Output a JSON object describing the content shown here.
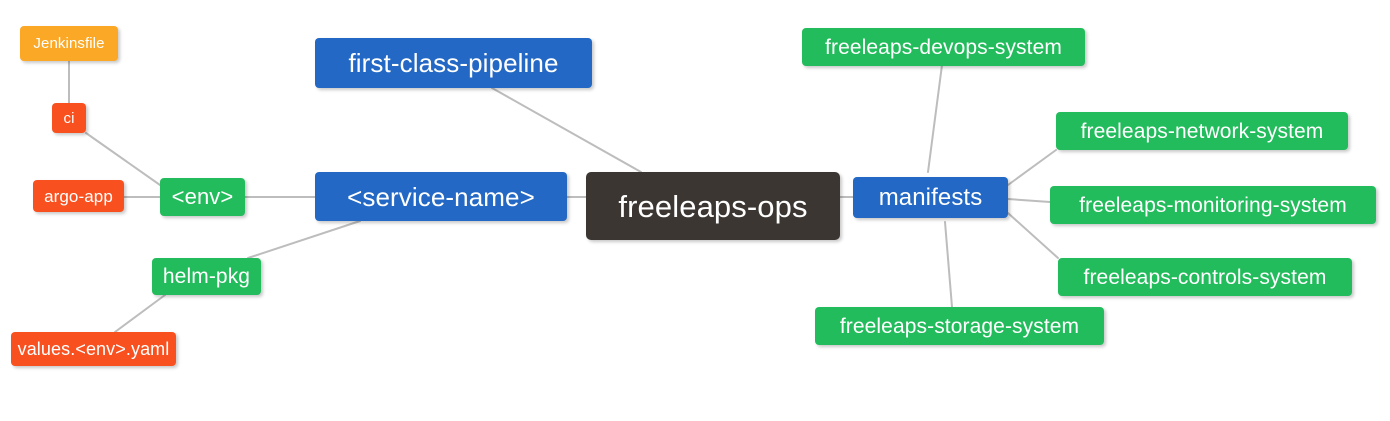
{
  "diagram": {
    "type": "mindmap",
    "title": "freeleaps-ops",
    "background": "#ffffff",
    "edge_color": "#bdbdbd",
    "palette": {
      "root": "#3B3632",
      "blue": "#2268C4",
      "green": "#23BC5C",
      "orange": "#FAA826",
      "red": "#F9501F",
      "text": "#ffffff"
    }
  },
  "nodes": {
    "root": {
      "label": "freeleaps-ops",
      "color": "root"
    },
    "service_name": {
      "label": "<service-name>",
      "color": "blue"
    },
    "first_class_pipeline": {
      "label": "first-class-pipeline",
      "color": "blue"
    },
    "manifests": {
      "label": "manifests",
      "color": "blue"
    },
    "env": {
      "label": "<env>",
      "color": "green"
    },
    "helm_pkg": {
      "label": "helm-pkg",
      "color": "green"
    },
    "jenkinsfile": {
      "label": "Jenkinsfile",
      "color": "orange"
    },
    "ci": {
      "label": "ci",
      "color": "red"
    },
    "argo_app": {
      "label": "argo-app",
      "color": "red"
    },
    "values_yaml": {
      "label": "values.<env>.yaml",
      "color": "red"
    },
    "devops_system": {
      "label": "freeleaps-devops-system",
      "color": "green"
    },
    "network_system": {
      "label": "freeleaps-network-system",
      "color": "green"
    },
    "monitoring_system": {
      "label": "freeleaps-monitoring-system",
      "color": "green"
    },
    "controls_system": {
      "label": "freeleaps-controls-system",
      "color": "green"
    },
    "storage_system": {
      "label": "freeleaps-storage-system",
      "color": "green"
    }
  },
  "edges": [
    {
      "from": "root",
      "to": "service_name"
    },
    {
      "from": "root",
      "to": "first_class_pipeline"
    },
    {
      "from": "root",
      "to": "manifests"
    },
    {
      "from": "service_name",
      "to": "env"
    },
    {
      "from": "service_name",
      "to": "helm_pkg"
    },
    {
      "from": "env",
      "to": "ci"
    },
    {
      "from": "env",
      "to": "argo_app"
    },
    {
      "from": "ci",
      "to": "jenkinsfile"
    },
    {
      "from": "helm_pkg",
      "to": "values_yaml"
    },
    {
      "from": "manifests",
      "to": "devops_system"
    },
    {
      "from": "manifests",
      "to": "network_system"
    },
    {
      "from": "manifests",
      "to": "monitoring_system"
    },
    {
      "from": "manifests",
      "to": "controls_system"
    },
    {
      "from": "manifests",
      "to": "storage_system"
    }
  ]
}
